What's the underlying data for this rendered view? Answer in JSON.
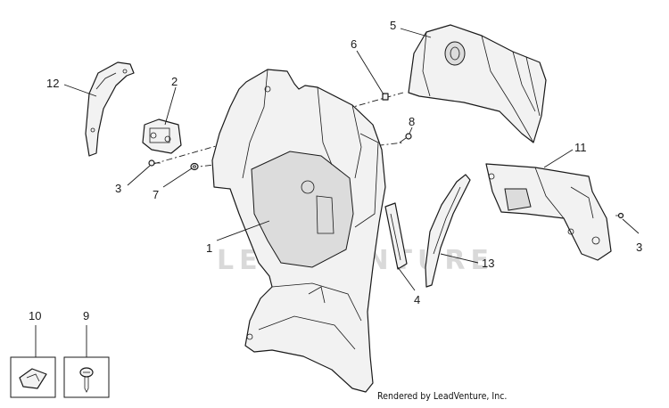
{
  "callouts": {
    "c1": "1",
    "c2": "2",
    "c3a": "3",
    "c3b": "3",
    "c4": "4",
    "c5": "5",
    "c6": "6",
    "c7": "7",
    "c8": "8",
    "c9": "9",
    "c10": "10",
    "c11": "11",
    "c12": "12",
    "c13": "13"
  },
  "watermark": "LEADVENTURE",
  "footer": "Rendered by LeadVenture, Inc."
}
